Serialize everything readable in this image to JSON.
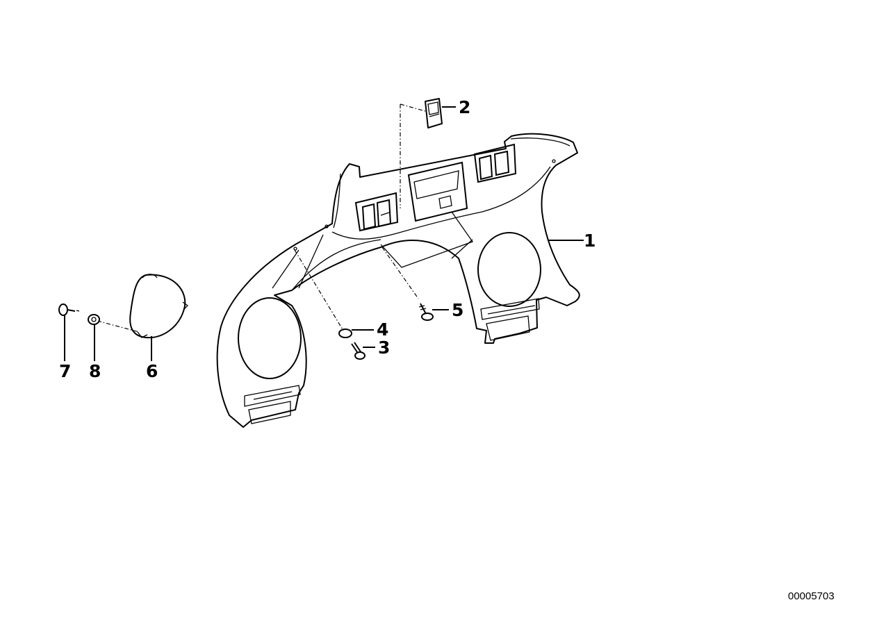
{
  "diagram": {
    "callouts": [
      "1",
      "2",
      "3",
      "4",
      "5",
      "6",
      "7",
      "8"
    ],
    "document_number": "00005703"
  },
  "colors": {
    "line": "#000000",
    "background": "#ffffff"
  }
}
